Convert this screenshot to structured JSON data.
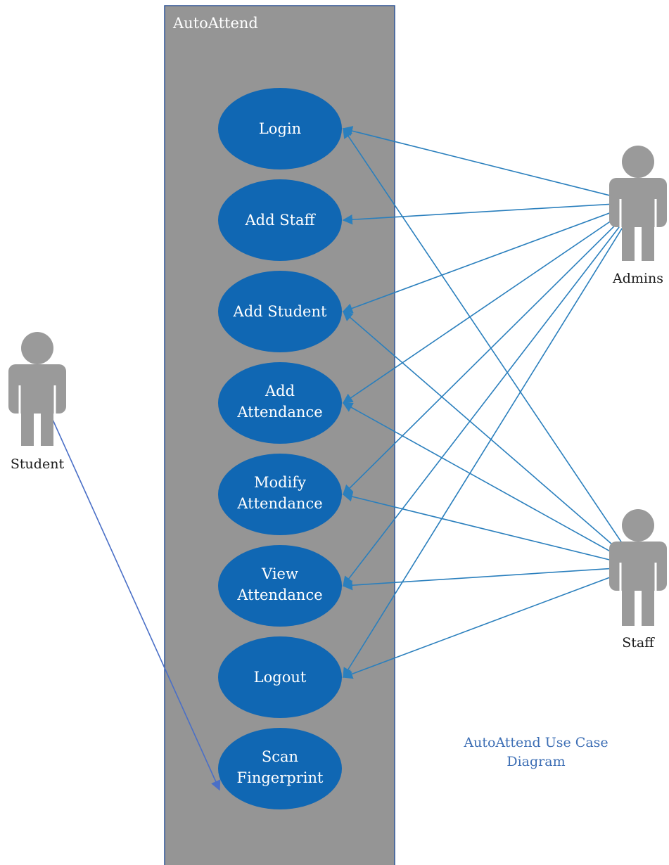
{
  "system": {
    "title": "AutoAttend"
  },
  "use_cases": [
    {
      "id": "login",
      "lines": [
        "Login"
      ]
    },
    {
      "id": "add-staff",
      "lines": [
        "Add Staff"
      ]
    },
    {
      "id": "add-student",
      "lines": [
        "Add Student"
      ]
    },
    {
      "id": "add-attendance",
      "lines": [
        "Add",
        "Attendance"
      ]
    },
    {
      "id": "modify-attendance",
      "lines": [
        "Modify",
        "Attendance"
      ]
    },
    {
      "id": "view-attendance",
      "lines": [
        "View",
        "Attendance"
      ]
    },
    {
      "id": "logout",
      "lines": [
        "Logout"
      ]
    },
    {
      "id": "scan-fingerprint",
      "lines": [
        "Scan",
        "Fingerprint"
      ]
    }
  ],
  "actors": [
    {
      "id": "student",
      "label": "Student"
    },
    {
      "id": "admins",
      "label": "Admins"
    },
    {
      "id": "staff",
      "label": "Staff"
    }
  ],
  "associations": [
    {
      "actor": "admins",
      "targets": [
        "login",
        "add-staff",
        "add-student",
        "add-attendance",
        "modify-attendance",
        "view-attendance",
        "logout"
      ]
    },
    {
      "actor": "staff",
      "targets": [
        "login",
        "add-student",
        "add-attendance",
        "modify-attendance",
        "view-attendance",
        "logout"
      ]
    },
    {
      "actor": "student",
      "targets": [
        "scan-fingerprint"
      ]
    }
  ],
  "caption": {
    "lines": [
      "AutoAttend Use Case",
      "Diagram"
    ]
  },
  "colors": {
    "system_fill": "#959595",
    "system_border": "#2e5597",
    "use_case_fill": "#1067b3",
    "actor_fill": "#9a9a9a",
    "line": "#2a7fbd",
    "student_line": "#4a6fc7",
    "caption": "#3e6fb5"
  }
}
